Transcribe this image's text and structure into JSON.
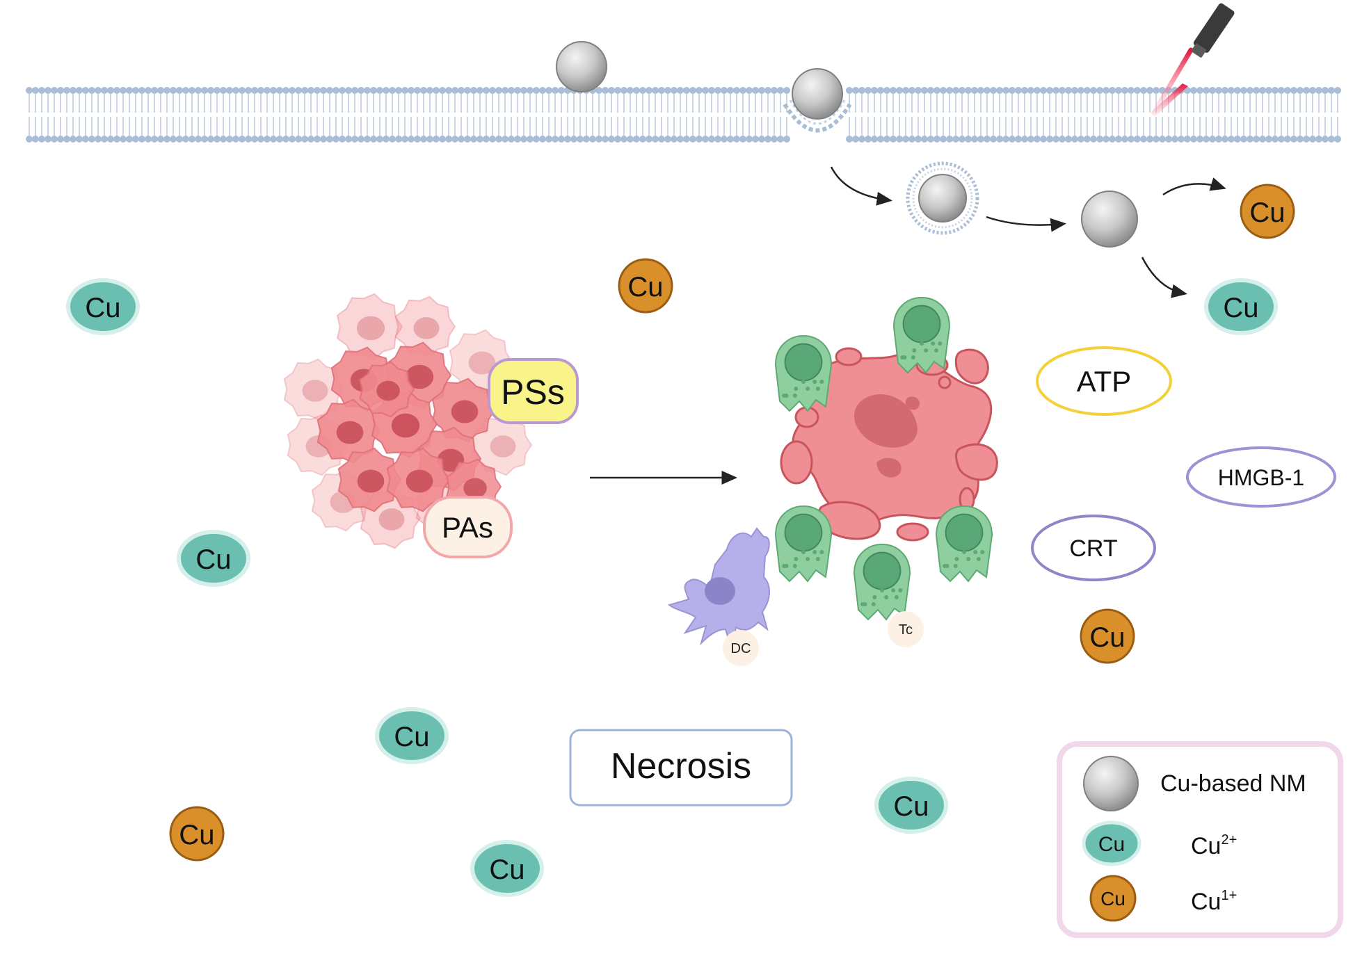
{
  "labels": {
    "cu": "Cu",
    "pss": "PSs",
    "pas": "PAs",
    "atp": "ATP",
    "hmgb1": "HMGB-1",
    "crt": "CRT",
    "dc": "DC",
    "tc": "Tc",
    "necrosis": "Necrosis"
  },
  "legend": {
    "nm_label": "Cu-based NM",
    "cu2_base": "Cu",
    "cu2_sup": "2+",
    "cu1_base": "Cu",
    "cu1_sup": "1+",
    "chip": "Cu"
  },
  "colors": {
    "cu2_fill": "#6bbfb0",
    "cu2_ring": "#d5efea",
    "cu1_fill": "#d9902b",
    "cu1_stroke": "#9a5c12",
    "membrane": "#a9bdd6",
    "tumor": "#f08a8f",
    "necrotic": "#ef8e94",
    "tcell": "#8fcf9f",
    "dc": "#b6b0ea",
    "pss_fill": "#f8f48a",
    "pss_stroke": "#b99ad0",
    "pas_fill": "#fdf1e6",
    "pas_stroke": "#f2a8a8",
    "atp_stroke": "#f2d13a",
    "hmgb_stroke": "#9c93d4",
    "crt_stroke": "#8f86c8",
    "necrosis_stroke": "#9db3d8",
    "legend_border": "#f0d7ea"
  }
}
